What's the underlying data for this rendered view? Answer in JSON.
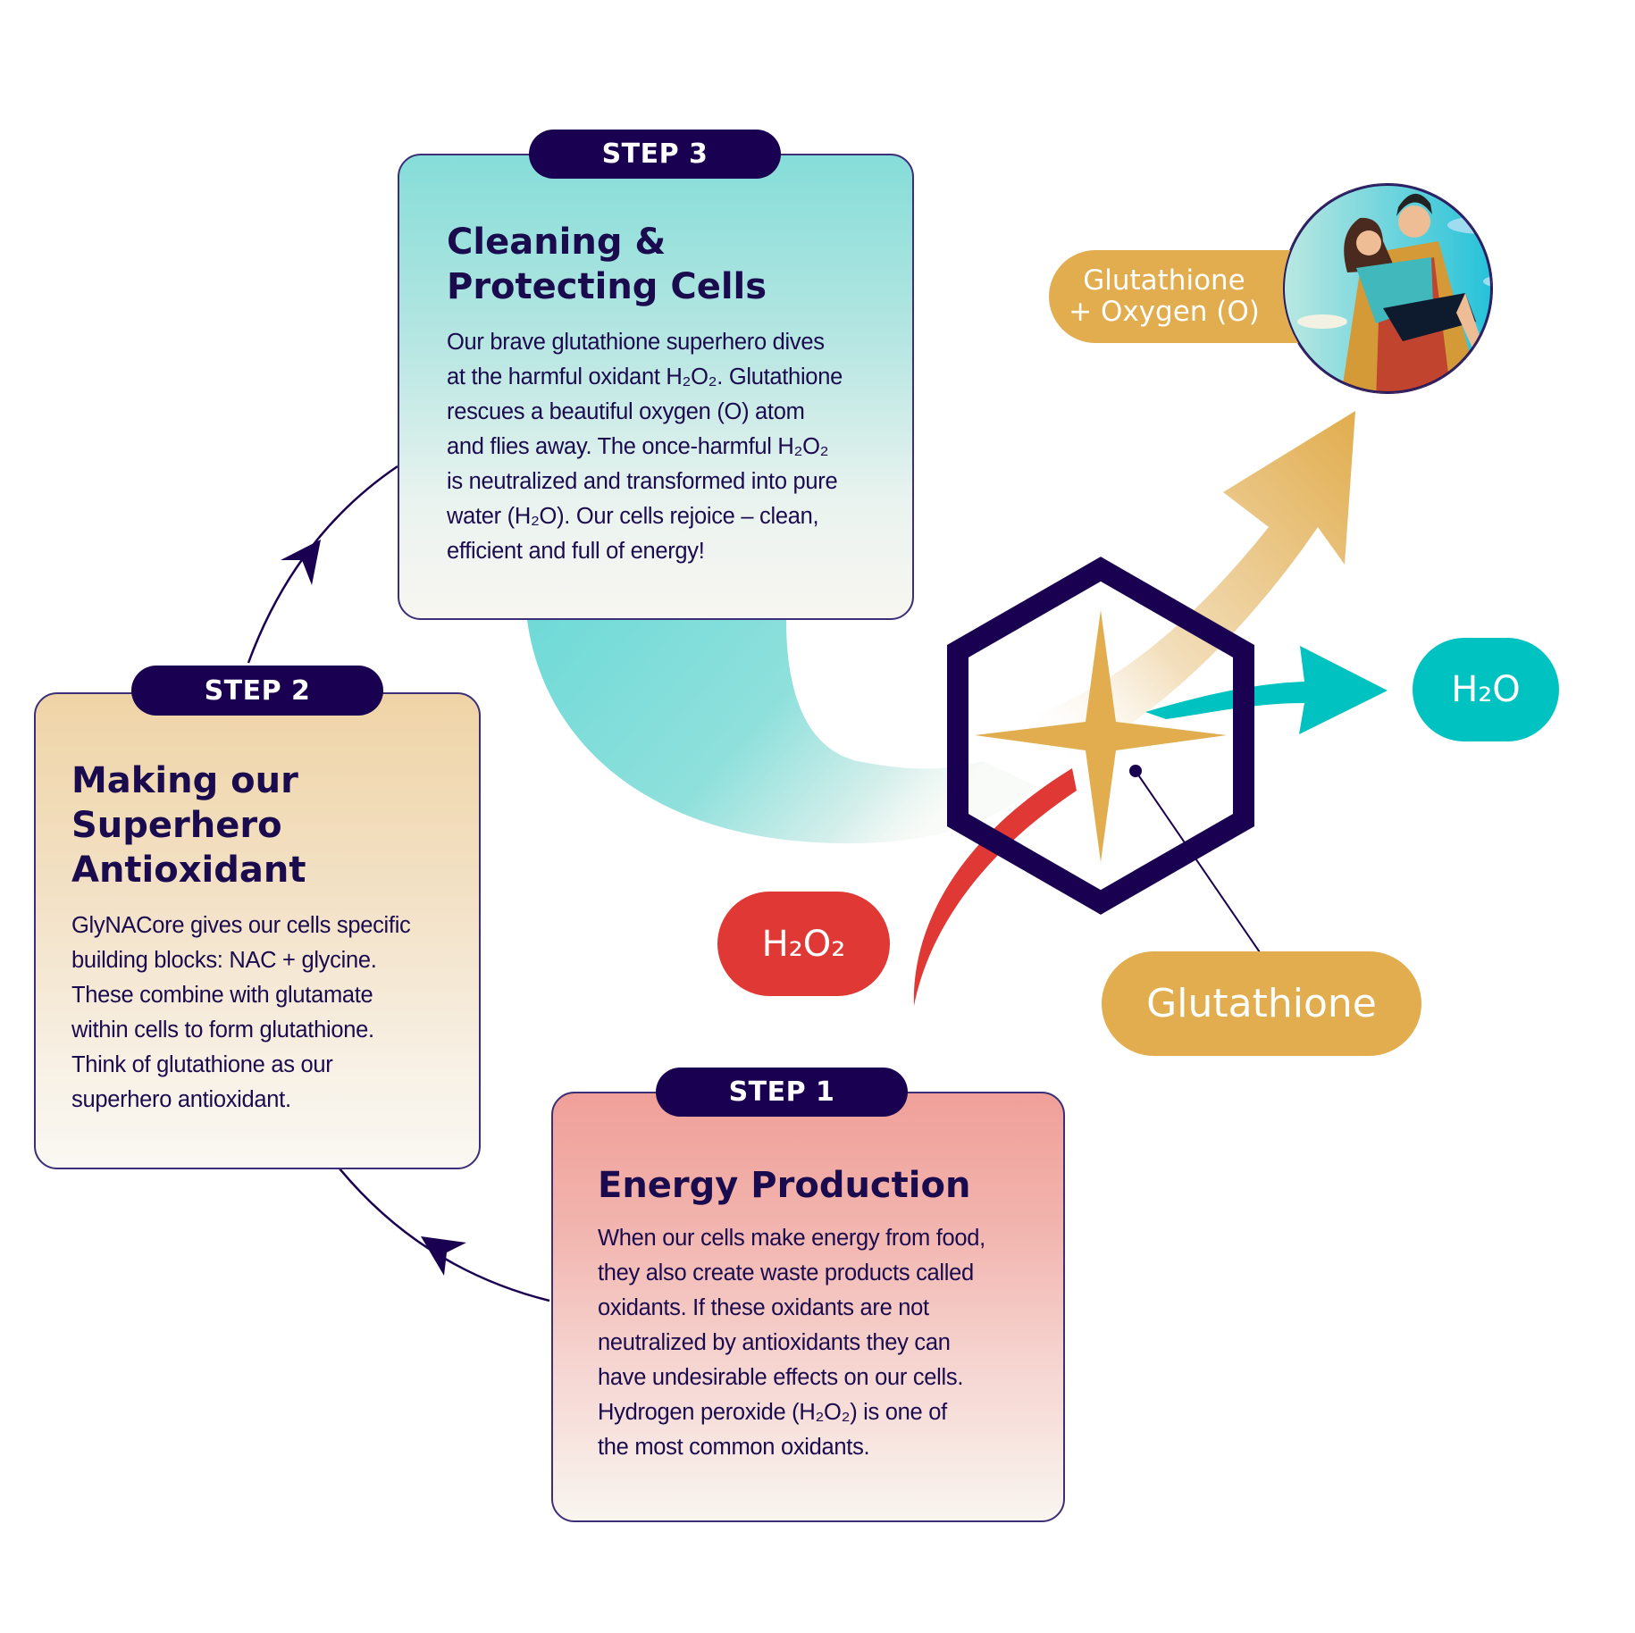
{
  "colors": {
    "navy": "#1a0050",
    "teal": "#00c2c0",
    "gold": "#e1ad4e",
    "red": "#e03834"
  },
  "steps": [
    {
      "badge": "STEP 1",
      "title": [
        "Energy Production"
      ],
      "body": [
        "When our cells make energy from food,",
        "they also create waste products called",
        "oxidants. If these oxidants are not",
        "neutralized by antioxidants they can",
        "have undesirable effects on our cells.",
        "Hydrogen peroxide (H₂O₂) is one of",
        "the most common oxidants."
      ]
    },
    {
      "badge": "STEP 2",
      "title": [
        "Making our",
        "Superhero",
        "Antioxidant"
      ],
      "body": [
        "GlyNACore gives our cells specific",
        "building blocks: NAC + glycine.",
        "These combine with glutamate",
        "within cells to form glutathione.",
        "Think of glutathione as our",
        "superhero antioxidant."
      ]
    },
    {
      "badge": "STEP 3",
      "title": [
        "Cleaning &",
        "Protecting Cells"
      ],
      "body": [
        "Our brave glutathione superhero dives",
        "at the harmful oxidant H₂O₂. Glutathione",
        "rescues a beautiful oxygen (O) atom",
        "and flies away. The once-harmful H₂O₂",
        "is neutralized and transformed into pure",
        "water (H₂O). Our cells rejoice – clean,",
        "efficient and full of energy!"
      ]
    }
  ],
  "labels": {
    "h2o2": "H₂O₂",
    "h2o": "H₂O",
    "glutathione": "Glutathione",
    "glutathione_oxygen": [
      "Glutathione",
      "+ Oxygen (O)"
    ]
  },
  "icons": {
    "hexagon": "hexagon-molecule-icon",
    "star": "four-point-star-icon",
    "superhero": "superhero-rescue-illustration"
  }
}
